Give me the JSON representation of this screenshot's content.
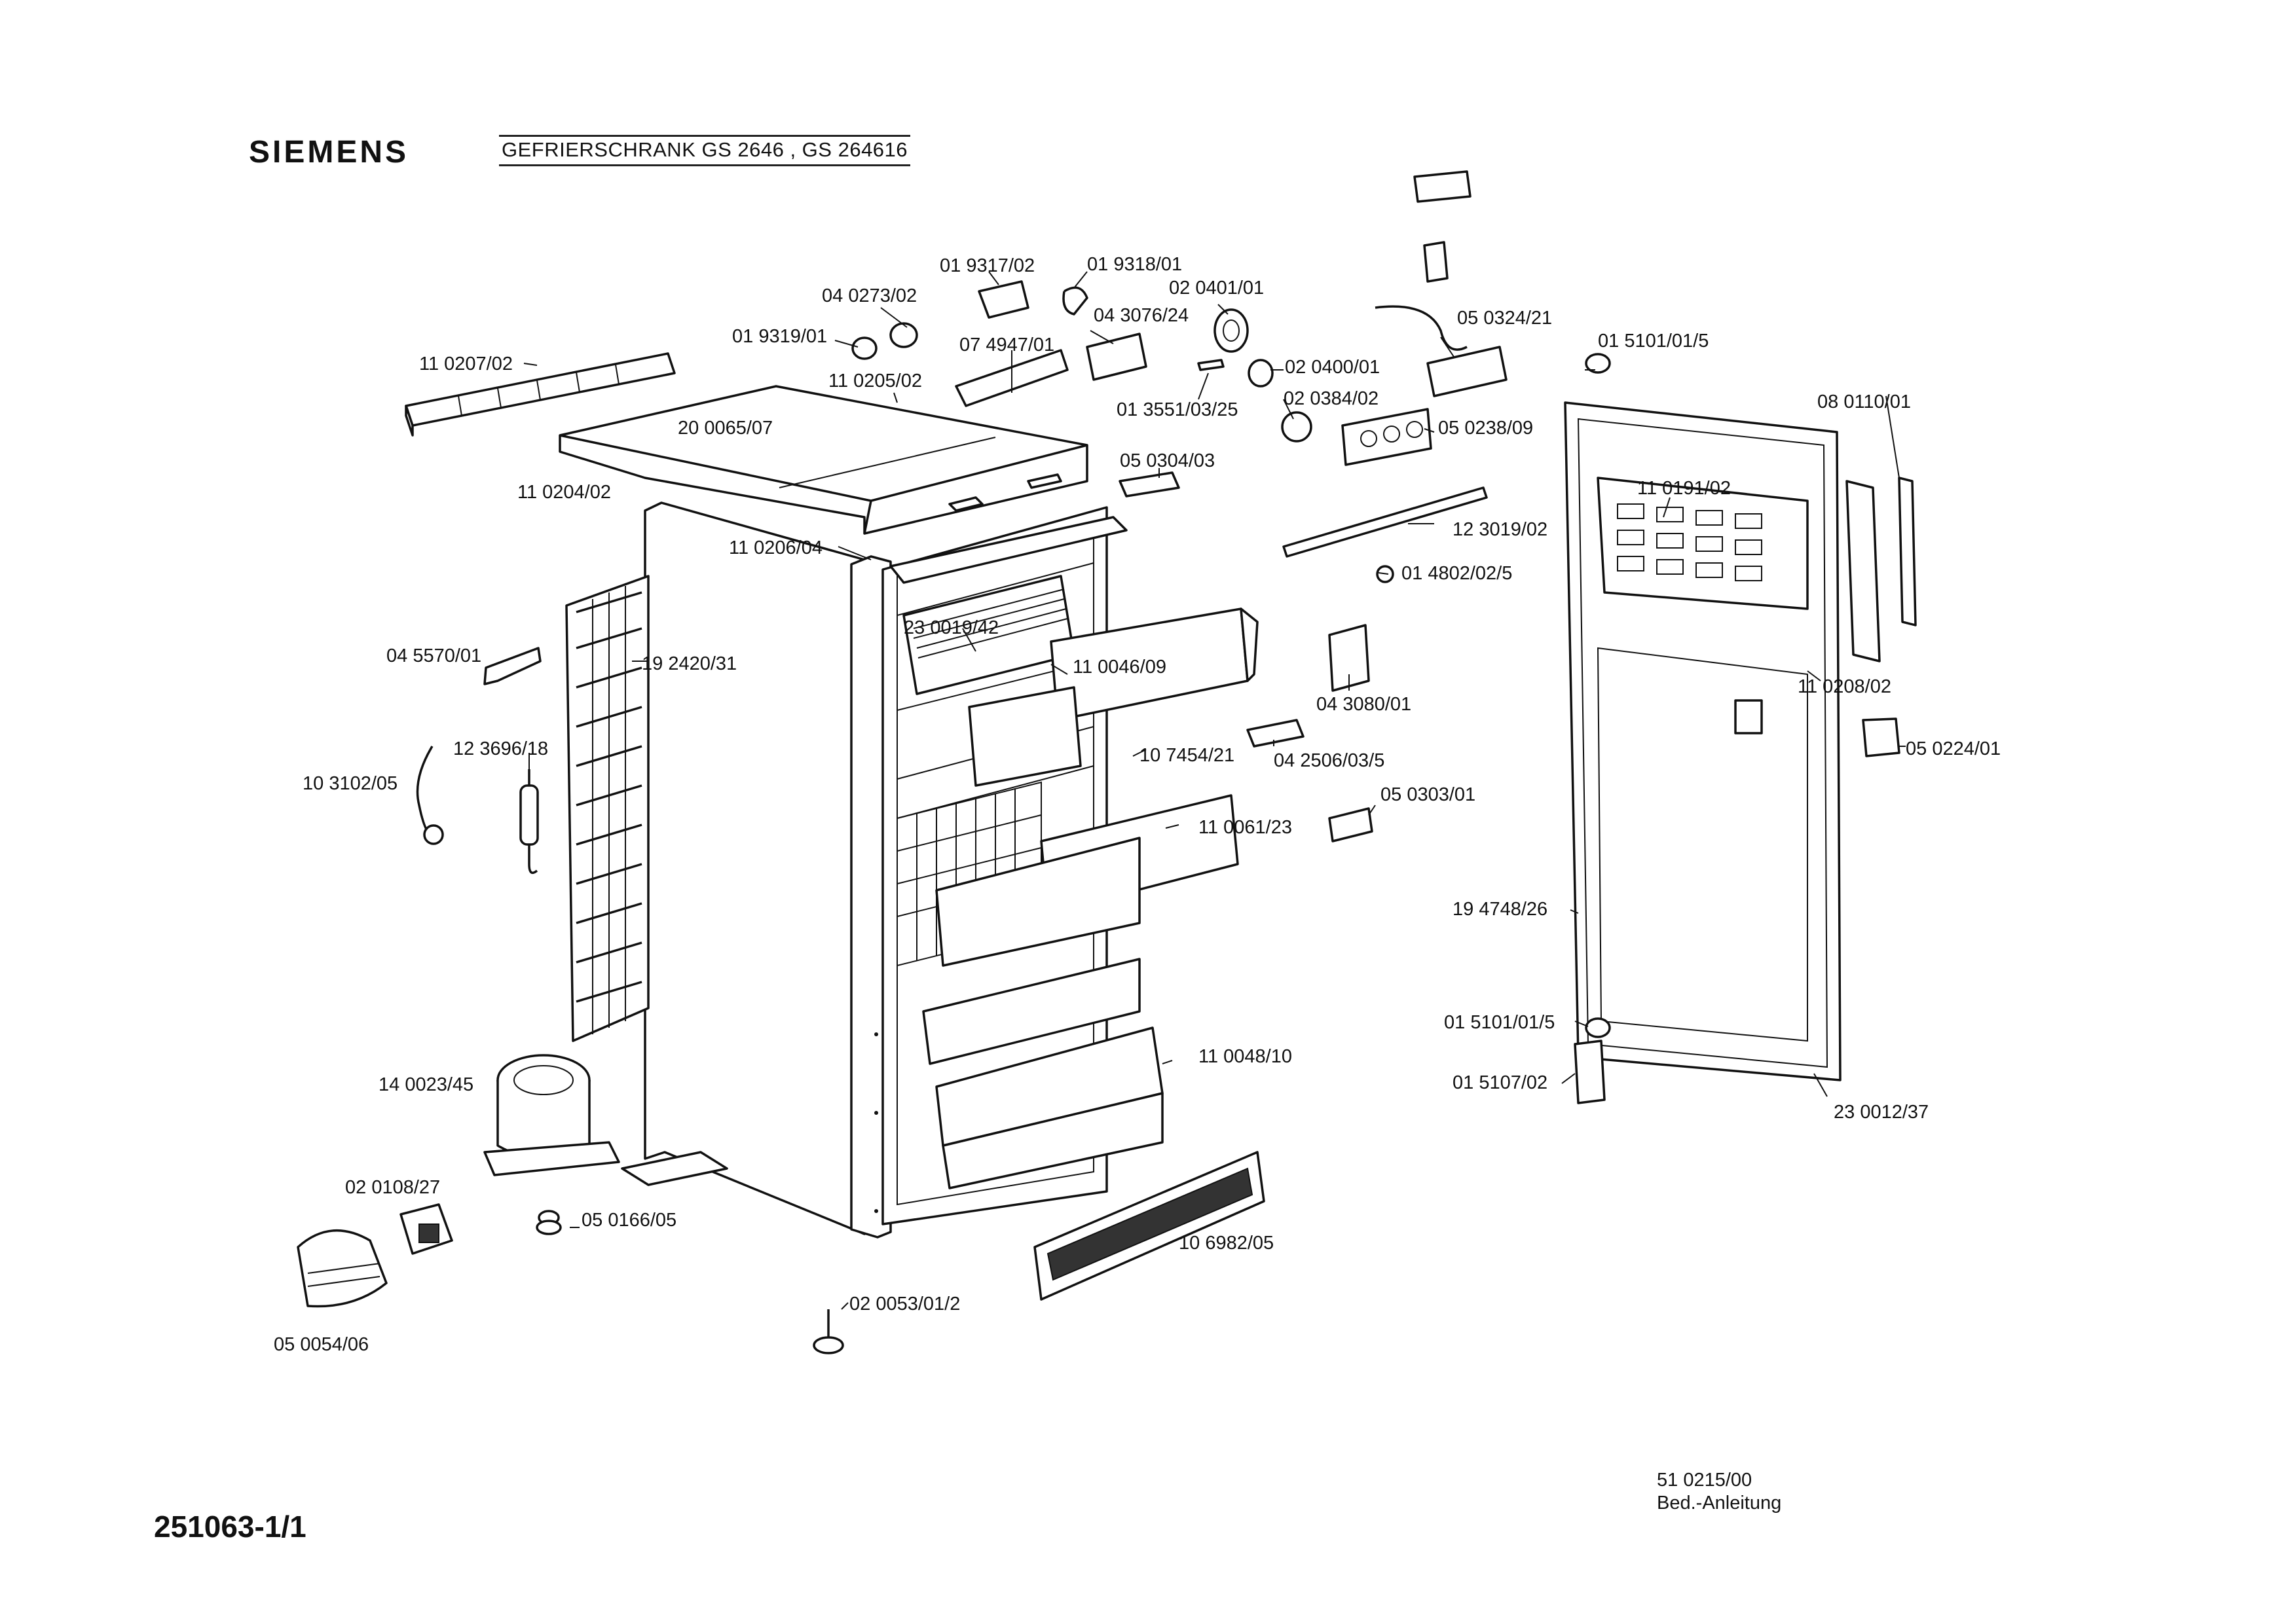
{
  "header": {
    "brand": "SIEMENS",
    "model": "GEFRIERSCHRANK  GS 2646 , GS 264616"
  },
  "footer": {
    "document_number": "251063-1/1",
    "reference_number": "51 0215/00",
    "reference_note": "Bed.-Anleitung"
  },
  "parts": [
    {
      "id": "p01",
      "label": "01 9317/02"
    },
    {
      "id": "p02",
      "label": "01 9318/01"
    },
    {
      "id": "p03",
      "label": "04 0273/02"
    },
    {
      "id": "p04",
      "label": "02 0401/01"
    },
    {
      "id": "p05",
      "label": "04 3076/24"
    },
    {
      "id": "p06",
      "label": "01 9319/01"
    },
    {
      "id": "p07",
      "label": "07 4947/01"
    },
    {
      "id": "p08",
      "label": "11 0207/02"
    },
    {
      "id": "p09",
      "label": "11 0205/02"
    },
    {
      "id": "p10",
      "label": "20 0065/07"
    },
    {
      "id": "p11",
      "label": "11 0204/02"
    },
    {
      "id": "p12",
      "label": "02 0400/01"
    },
    {
      "id": "p13",
      "label": "02 0384/02"
    },
    {
      "id": "p14",
      "label": "01 3551/03/25"
    },
    {
      "id": "p15",
      "label": "05 0324/21"
    },
    {
      "id": "p16",
      "label": "01 5101/01/5"
    },
    {
      "id": "p17",
      "label": "05 0238/09"
    },
    {
      "id": "p18",
      "label": "08 0110/01"
    },
    {
      "id": "p19",
      "label": "05 0304/03"
    },
    {
      "id": "p20",
      "label": "11 0191/02"
    },
    {
      "id": "p21",
      "label": "12 3019/02"
    },
    {
      "id": "p22",
      "label": "11 0206/04"
    },
    {
      "id": "p23",
      "label": "01 4802/02/5"
    },
    {
      "id": "p24",
      "label": "23 0019/42"
    },
    {
      "id": "p25",
      "label": "11 0046/09"
    },
    {
      "id": "p26",
      "label": "04 5570/01"
    },
    {
      "id": "p27",
      "label": "19 2420/31"
    },
    {
      "id": "p28",
      "label": "04 3080/01"
    },
    {
      "id": "p29",
      "label": "11 0208/02"
    },
    {
      "id": "p30",
      "label": "12 3696/18"
    },
    {
      "id": "p31",
      "label": "10 7454/21"
    },
    {
      "id": "p32",
      "label": "04 2506/03/5"
    },
    {
      "id": "p33",
      "label": "05 0224/01"
    },
    {
      "id": "p34",
      "label": "10 3102/05"
    },
    {
      "id": "p35",
      "label": "05 0303/01"
    },
    {
      "id": "p36",
      "label": "11 0061/23"
    },
    {
      "id": "p37",
      "label": "19 4748/26"
    },
    {
      "id": "p38",
      "label": "01 5101/01/5"
    },
    {
      "id": "p39",
      "label": "11 0048/10"
    },
    {
      "id": "p40",
      "label": "14 0023/45"
    },
    {
      "id": "p41",
      "label": "01 5107/02"
    },
    {
      "id": "p42",
      "label": "23 0012/37"
    },
    {
      "id": "p43",
      "label": "02 0108/27"
    },
    {
      "id": "p44",
      "label": "05 0166/05"
    },
    {
      "id": "p45",
      "label": "10 6982/05"
    },
    {
      "id": "p46",
      "label": "02 0053/01/2"
    },
    {
      "id": "p47",
      "label": "05 0054/06"
    }
  ]
}
